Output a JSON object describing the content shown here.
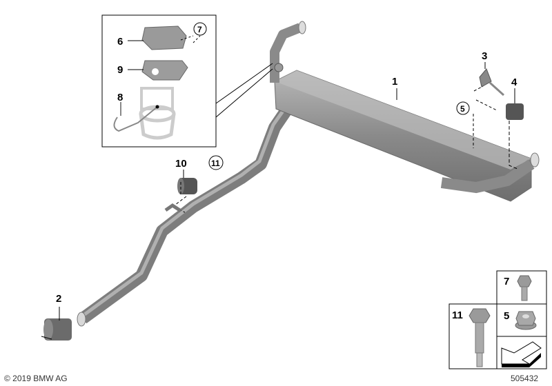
{
  "diagram": {
    "callouts": {
      "p1": "1",
      "p2": "2",
      "p3": "3",
      "p4": "4",
      "p5": "5",
      "p6": "6",
      "p7": "7",
      "p8": "8",
      "p9": "9",
      "p10": "10",
      "p11": "11"
    },
    "legend_panel": {
      "item7": "7",
      "item5": "5",
      "item11": "11"
    }
  },
  "footer": {
    "copyright": "© 2019 BMW AG",
    "diagram_number": "505432"
  },
  "colors": {
    "part_grey": "#8c8c8c",
    "line": "#000000"
  }
}
